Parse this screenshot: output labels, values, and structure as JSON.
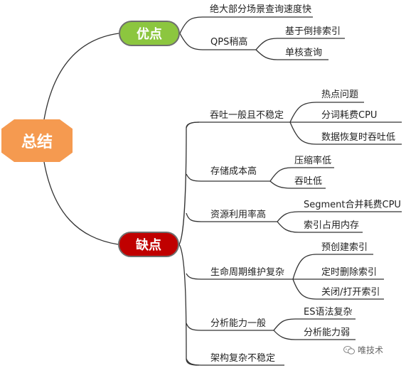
{
  "root": {
    "label": "总结"
  },
  "pros": {
    "label": "优点",
    "items": [
      {
        "label": "绝大部分场景查询速度快",
        "children": []
      },
      {
        "label": "QPS稍高",
        "children": [
          "基于倒排索引",
          "单核查询"
        ]
      }
    ]
  },
  "cons": {
    "label": "缺点",
    "items": [
      {
        "label": "吞吐一般且不稳定",
        "children": [
          "热点问题",
          "分词耗费CPU",
          "数据恢复时吞吐低"
        ]
      },
      {
        "label": "存储成本高",
        "children": [
          "压缩率低",
          "吞吐低"
        ]
      },
      {
        "label": "资源利用率高",
        "children": [
          "Segment合并耗费CPU",
          "索引占用内存"
        ]
      },
      {
        "label": "生命周期维护复杂",
        "children": [
          "预创建索引",
          "定时删除索引",
          "关闭/打开索引"
        ]
      },
      {
        "label": "分析能力一般",
        "children": [
          "ES语法复杂",
          "分析能力弱"
        ]
      },
      {
        "label": "架构复杂不稳定",
        "children": []
      }
    ]
  },
  "watermark": {
    "text": "唯技术",
    "icon": "wechat-icon"
  }
}
